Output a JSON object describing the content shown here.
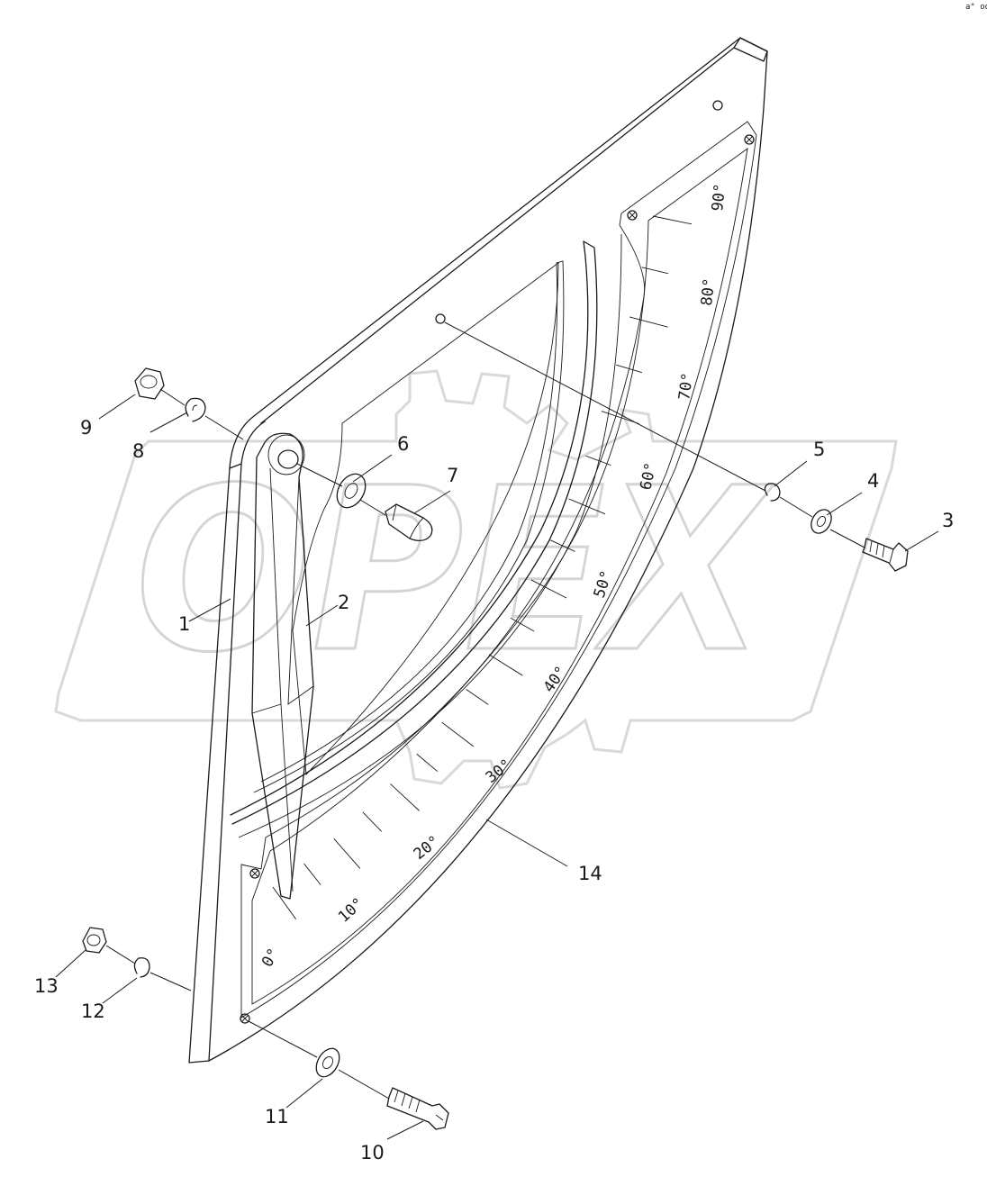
{
  "watermark": {
    "brand": "OPEX"
  },
  "corner_mark": "a° ooo",
  "callouts": [
    {
      "id": "1",
      "label": "1"
    },
    {
      "id": "2",
      "label": "2"
    },
    {
      "id": "3",
      "label": "3"
    },
    {
      "id": "4",
      "label": "4"
    },
    {
      "id": "5",
      "label": "5"
    },
    {
      "id": "6",
      "label": "6"
    },
    {
      "id": "7",
      "label": "7"
    },
    {
      "id": "8",
      "label": "8"
    },
    {
      "id": "9",
      "label": "9"
    },
    {
      "id": "10",
      "label": "10"
    },
    {
      "id": "11",
      "label": "11"
    },
    {
      "id": "12",
      "label": "12"
    },
    {
      "id": "13",
      "label": "13"
    },
    {
      "id": "14",
      "label": "14"
    }
  ],
  "scale": {
    "labels": [
      "0°",
      "10°",
      "20°",
      "30°",
      "40°",
      "50°",
      "60°",
      "70°",
      "80°",
      "90°"
    ]
  }
}
